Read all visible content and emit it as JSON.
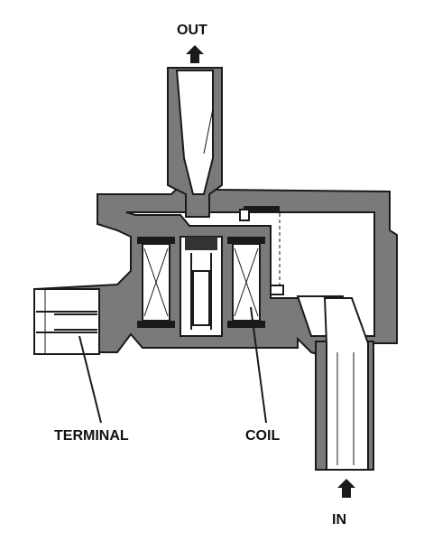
{
  "labels": {
    "out": "OUT",
    "in": "IN",
    "terminal": "TERMINAL",
    "coil": "COIL"
  },
  "colors": {
    "ink": "#1a1a1a",
    "housing": "#7a7a7a",
    "background": "#ffffff"
  }
}
